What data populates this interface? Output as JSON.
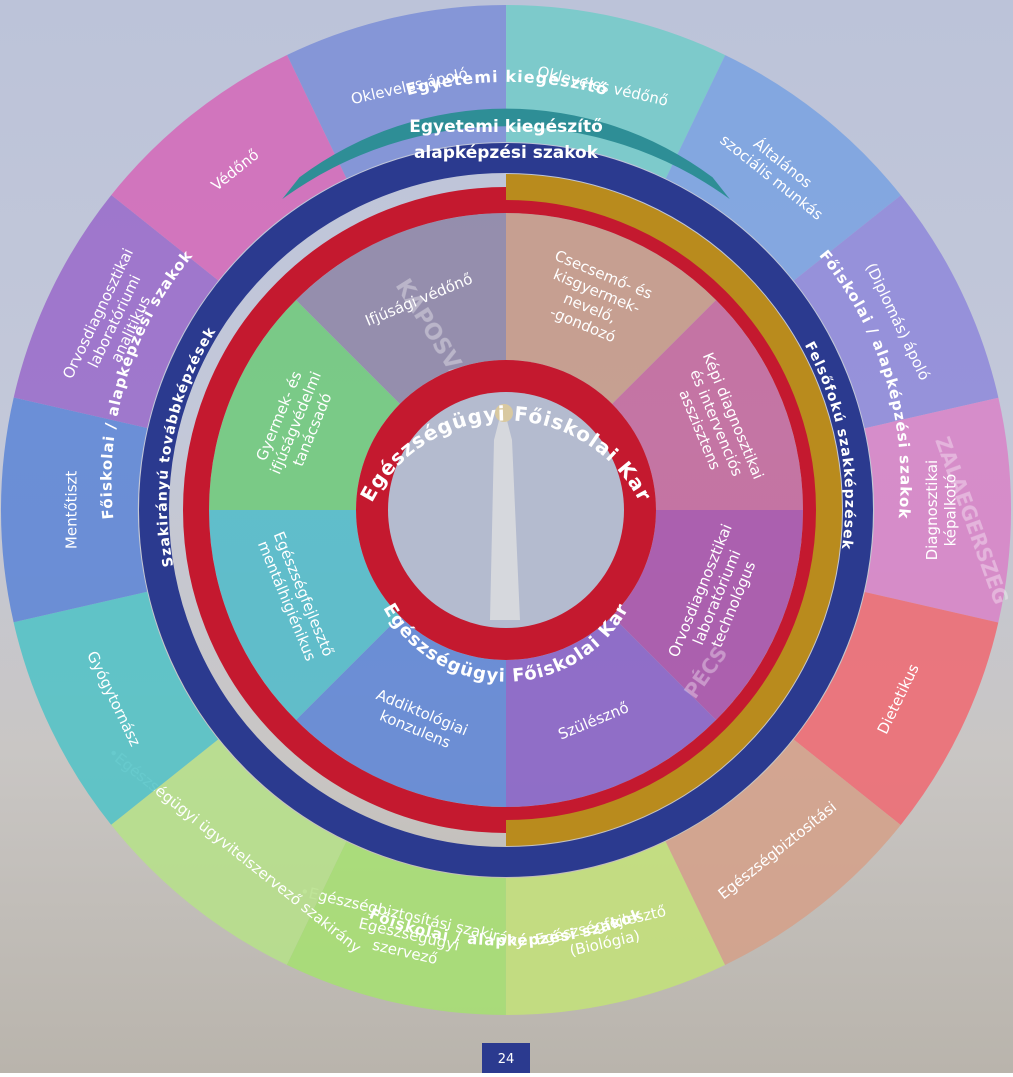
{
  "center_label": "Egészségügyi Főiskolai Kar",
  "center_label_bottom": "Egészségügyi Főiskolai Kar",
  "bands": {
    "top": "Egyetemi kiegészítő alapképzési szakok",
    "top_lines": [
      "Egyetemi kiegészítő",
      "alapképzési szakok"
    ],
    "left": "Főiskolai / alapképzési szakok",
    "right": "Főiskolai / alapképzési szakok",
    "bottom": "Főiskolai / alapképzési szakok",
    "inner_left": "Szakirányú továbbképzések",
    "inner_right": "Felsőfokú szakképzések"
  },
  "outer_segments": [
    {
      "lines": [
        "Okleveles ápoló"
      ],
      "color": "#7d8fd6"
    },
    {
      "lines": [
        "Okleveles védőnő"
      ],
      "color": "#74cbc8"
    },
    {
      "lines": [
        "Általános",
        "szociális munkás"
      ],
      "color": "#7ba3e0"
    },
    {
      "lines": [
        "(Diplomás) ápoló"
      ],
      "color": "#8f8ad9"
    },
    {
      "lines": [
        "Diagnosztikai",
        "képalkotó"
      ],
      "color": "#d884c7"
    },
    {
      "lines": [
        "Dietetikus"
      ],
      "color": "#ee6b73"
    },
    {
      "lines": [
        "Egészségbiztosítási"
      ],
      "color": "#d4a08a"
    },
    {
      "lines": [
        "Egészségfejlesztő",
        "(Biológia)"
      ],
      "color": "#c3e07a"
    },
    {
      "lines": [
        "•Egészségbiztosítási szakirány",
        "Egészségügyi",
        "szervező"
      ],
      "color": "#a6df72"
    },
    {
      "lines": [
        "•Egészségügyi ügyvitelszervező szakirány"
      ],
      "color": "#b6e08a"
    },
    {
      "lines": [
        "Gyógytornász"
      ],
      "color": "#52c3c6"
    },
    {
      "lines": [
        "Mentőtiszt"
      ],
      "color": "#5f86d6"
    },
    {
      "lines": [
        "Orvosdiagnosztikai",
        "laboratóriumi",
        "analitikus"
      ],
      "color": "#9a6cc9"
    },
    {
      "lines": [
        "Védőnő"
      ],
      "color": "#d46ab8"
    }
  ],
  "inner_segments": [
    {
      "lines": [
        "Csecsemő- és",
        "kisgyermek-",
        "nevelő,",
        "-gondozó"
      ],
      "color": "#c69a86"
    },
    {
      "lines": [
        "Képi diagnosztikai",
        "és intervenciós",
        "asszisztens"
      ],
      "color": "#c4699c"
    },
    {
      "lines": [
        "Orvosdiagnosztikai",
        "laboratóriumi",
        "technológus"
      ],
      "color": "#a752aa"
    },
    {
      "lines": [
        "Szülésznő"
      ],
      "color": "#8862c7"
    },
    {
      "lines": [
        "Addiktológiai",
        "konzulens"
      ],
      "color": "#5f86d6"
    },
    {
      "lines": [
        "Egészségfejlesztő",
        "mentálhigiénikus"
      ],
      "color": "#52bcca"
    },
    {
      "lines": [
        "Gyermek- és",
        "ifjúságvédelmi",
        "tanácsadó"
      ],
      "color": "#6fc97b"
    },
    {
      "lines": [
        "Ifjúsági védőnő"
      ],
      "color": "#8e86a6"
    }
  ],
  "watermarks": [
    "KAPOSVÁR",
    "ZALAEGERSZEG",
    "PÉCS"
  ],
  "page_number": "24",
  "colors": {
    "navy": "#2b3a8f",
    "red": "#c4192f",
    "gold": "#b98b1d",
    "teal": "#2e8e96"
  }
}
